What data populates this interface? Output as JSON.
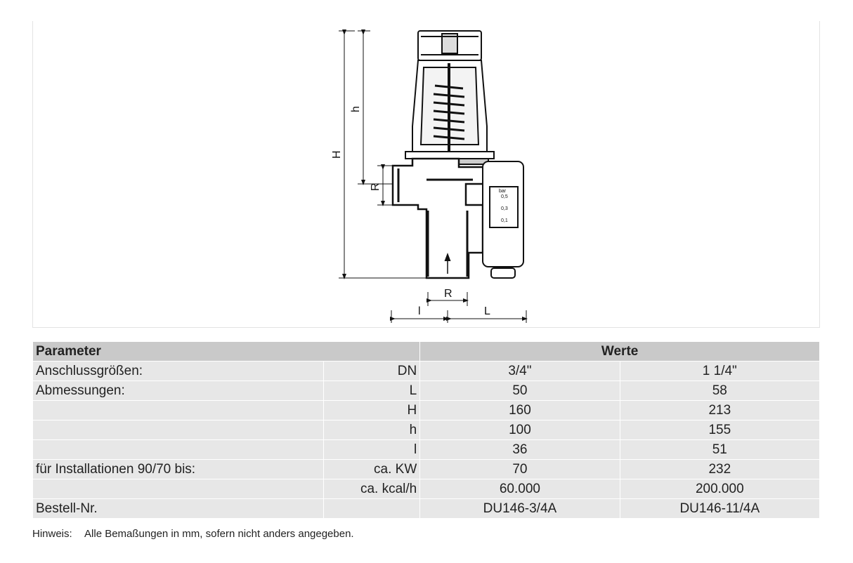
{
  "drawing": {
    "dim_H": "H",
    "dim_h": "h",
    "dim_R_side": "R",
    "dim_R_bottom": "R",
    "dim_l": "l",
    "dim_L": "L",
    "gauge_unit": "bar",
    "gauge_ticks": [
      "0,5",
      "0,3",
      "0,1"
    ]
  },
  "table": {
    "header_param": "Parameter",
    "header_werte": "Werte",
    "rows": [
      {
        "label": "Anschlussgrößen:",
        "sym": "DN",
        "v1": "3/4\"",
        "v2": "1 1/4\""
      },
      {
        "label": "Abmessungen:",
        "sym": "L",
        "v1": "50",
        "v2": "58"
      },
      {
        "label": "",
        "sym": "H",
        "v1": "160",
        "v2": "213"
      },
      {
        "label": "",
        "sym": "h",
        "v1": "100",
        "v2": "155"
      },
      {
        "label": "",
        "sym": "l",
        "v1": "36",
        "v2": "51"
      },
      {
        "label": "für Installationen 90/70 bis:",
        "sym": "ca. KW",
        "v1": "70",
        "v2": "232"
      },
      {
        "label": "",
        "sym": "ca. kcal/h",
        "v1": "60.000",
        "v2": "200.000"
      },
      {
        "label": "Bestell-Nr.",
        "sym": "",
        "v1": "DU146-3/4A",
        "v2": "DU146-11/4A"
      }
    ]
  },
  "note": {
    "key": "Hinweis:",
    "text": "Alle Bemaßungen in mm, sofern nicht anders angegeben."
  }
}
